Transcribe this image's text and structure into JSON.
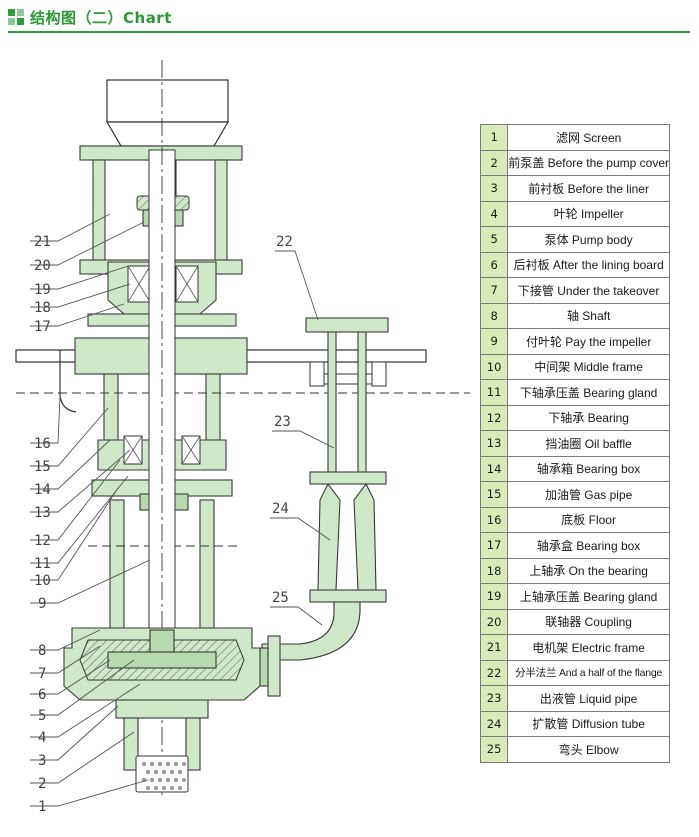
{
  "header": {
    "title": "结构图（二）Chart",
    "icon": "green-squares-icon",
    "accent_color": "#2e9e3a"
  },
  "legend": {
    "number_bg": "#d9ecb8",
    "items": [
      {
        "no": "1",
        "name": "滤网 Screen"
      },
      {
        "no": "2",
        "name": "前泵盖 Before the pump cover"
      },
      {
        "no": "3",
        "name": "前衬板 Before the liner"
      },
      {
        "no": "4",
        "name": "叶轮 Impeller"
      },
      {
        "no": "5",
        "name": "泵体 Pump body"
      },
      {
        "no": "6",
        "name": "后衬板 After the lining board"
      },
      {
        "no": "7",
        "name": "下接管 Under the takeover"
      },
      {
        "no": "8",
        "name": "轴 Shaft"
      },
      {
        "no": "9",
        "name": "付叶轮 Pay the impeller"
      },
      {
        "no": "10",
        "name": "中间架 Middle frame"
      },
      {
        "no": "11",
        "name": "下轴承压盖 Bearing gland"
      },
      {
        "no": "12",
        "name": "下轴承 Bearing"
      },
      {
        "no": "13",
        "name": "挡油圈 Oil baffle"
      },
      {
        "no": "14",
        "name": "轴承箱 Bearing box"
      },
      {
        "no": "15",
        "name": "加油管 Gas pipe"
      },
      {
        "no": "16",
        "name": "底板 Floor"
      },
      {
        "no": "17",
        "name": "轴承盒 Bearing box"
      },
      {
        "no": "18",
        "name": "上轴承 On the bearing"
      },
      {
        "no": "19",
        "name": "上轴承压盖 Bearing gland"
      },
      {
        "no": "20",
        "name": "联轴器 Coupling"
      },
      {
        "no": "21",
        "name": "电机架 Electric frame"
      },
      {
        "no": "22",
        "name": "分半法兰 And a half of the flange"
      },
      {
        "no": "23",
        "name": "出液管 Liquid pipe"
      },
      {
        "no": "24",
        "name": "扩散管 Diffusion tube"
      },
      {
        "no": "25",
        "name": "弯头 Elbow"
      }
    ]
  },
  "callouts": [
    "1",
    "2",
    "3",
    "4",
    "5",
    "6",
    "7",
    "8",
    "9",
    "10",
    "11",
    "12",
    "13",
    "14",
    "15",
    "16",
    "17",
    "18",
    "19",
    "20",
    "21",
    "22",
    "23",
    "24",
    "25"
  ]
}
